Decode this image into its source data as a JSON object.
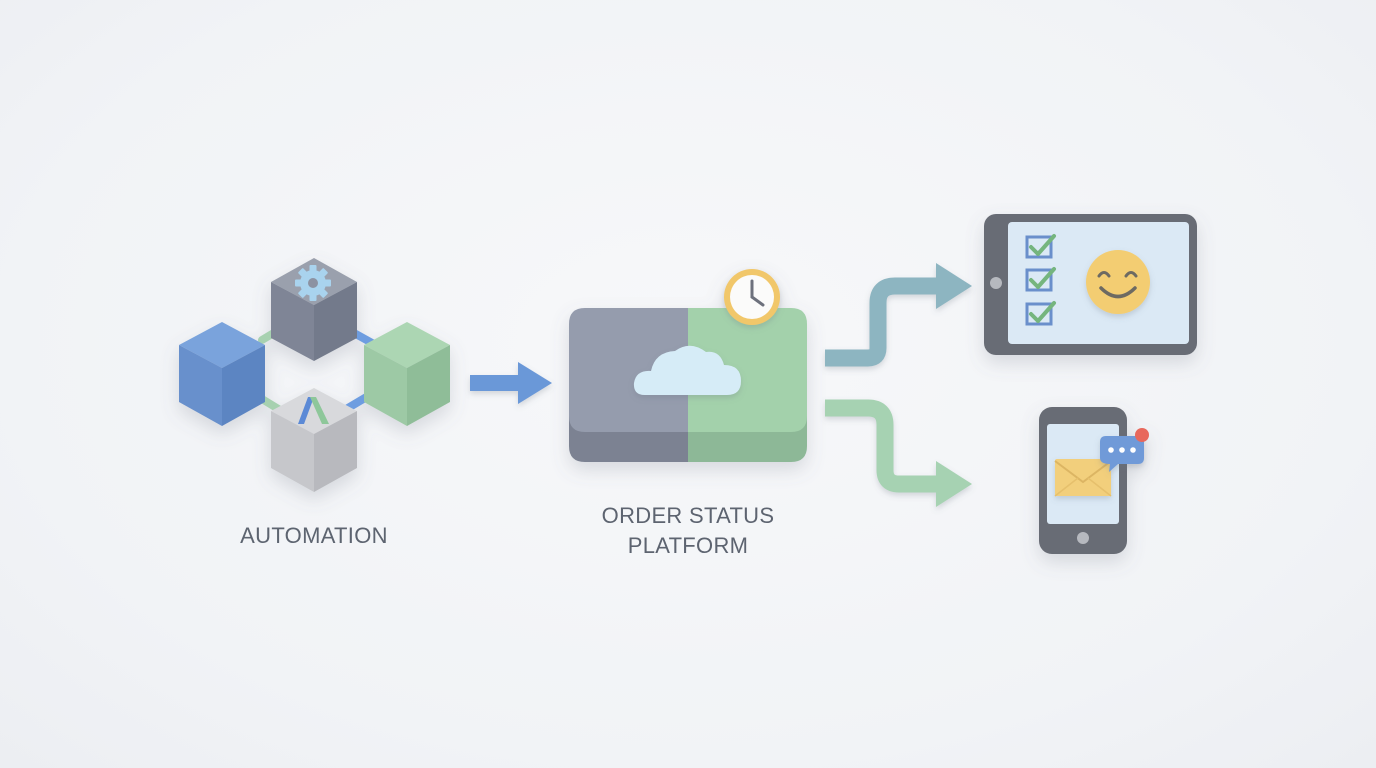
{
  "diagram": {
    "title": "Order status automation flow",
    "nodes": [
      {
        "id": "automation",
        "label": "AUTOMATION",
        "icons": [
          "gear-icon",
          "lambda-icon"
        ],
        "blocks": [
          "blue-cube",
          "gray-cube",
          "green-cube",
          "light-gray-cube"
        ]
      },
      {
        "id": "platform",
        "label_line1": "ORDER STATUS",
        "label_line2": "PLATFORM",
        "icons": [
          "cloud-icon",
          "clock-icon"
        ]
      },
      {
        "id": "tablet",
        "label": "",
        "icons": [
          "checkbox-icon",
          "checkbox-icon",
          "checkbox-icon",
          "smiley-icon"
        ]
      },
      {
        "id": "phone",
        "label": "",
        "icons": [
          "envelope-icon",
          "chat-bubble-icon",
          "notification-dot-icon"
        ]
      }
    ],
    "edges": [
      {
        "from": "automation",
        "to": "platform",
        "style": "straight-arrow"
      },
      {
        "from": "platform",
        "to": "tablet",
        "style": "step-arrow-up"
      },
      {
        "from": "platform",
        "to": "phone",
        "style": "step-arrow-down"
      }
    ],
    "colors": {
      "blue": "#6b93cf",
      "green": "#9ccca3",
      "slate": "#8c93a4",
      "teal": "#8db5c0",
      "mint": "#a4d0b0",
      "yellow": "#f2cd72",
      "device": "#6c7079",
      "screen": "#dceaf6",
      "red": "#e86a5e"
    }
  }
}
